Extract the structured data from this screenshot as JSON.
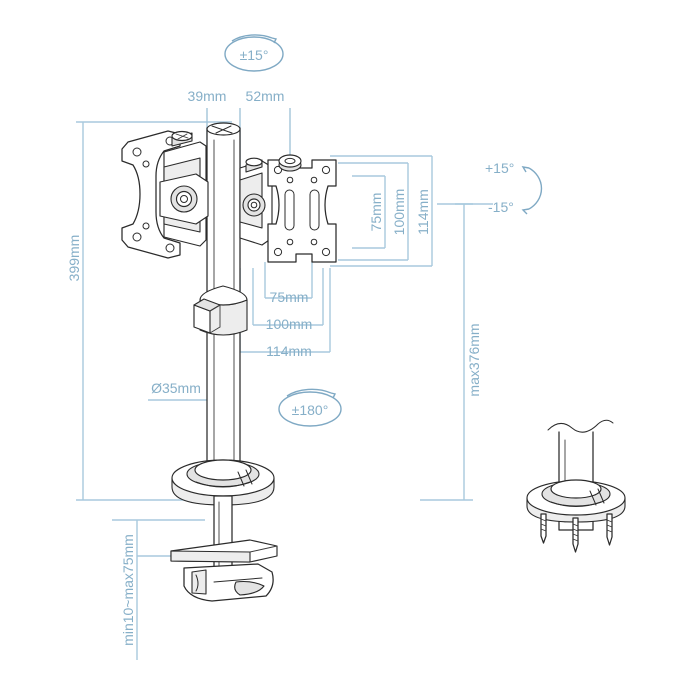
{
  "drawing": {
    "title": "Monitor desk mount dimensional drawing",
    "units": "mm",
    "line_color": "#a8c9dd",
    "text_color": "#86afc8",
    "part_outline_color": "#2b2b2b"
  },
  "dimensions": {
    "top_left_offset": "39mm",
    "top_right_offset": "52mm",
    "total_height": "399mm",
    "vesa_height_inner": "75mm",
    "vesa_height_mid": "100mm",
    "vesa_height_outer": "114mm",
    "vesa_width_inner": "75mm",
    "vesa_width_mid": "100mm",
    "vesa_width_outer": "114mm",
    "max_height": "max376mm",
    "pole_diameter": "Ø35mm",
    "clamp_range": "min10~max75mm"
  },
  "rotation_markers": {
    "top_swivel": "±15°",
    "base_rotation": "±180°",
    "tilt_up": "+15°",
    "tilt_down": "-15°"
  },
  "icons": {
    "swivel_arc": "rotation-arc-icon",
    "tilt_arrows": "tilt-arrow-icon",
    "diameter_symbol": "diameter-symbol"
  },
  "views": {
    "main_view": "main-assembly-view",
    "grommet_view": "grommet-mount-view"
  }
}
